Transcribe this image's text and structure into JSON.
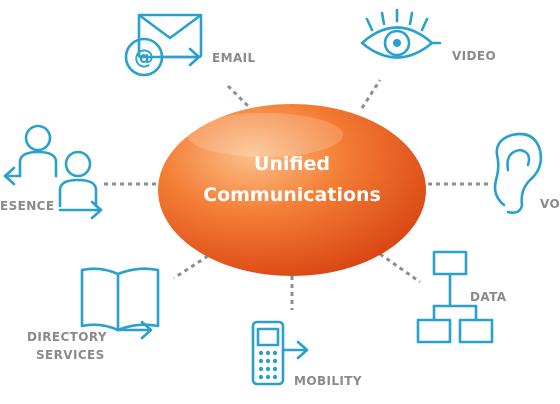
{
  "hub": {
    "line1": "Unified",
    "line2": "Communications",
    "color_light": "#f7a15e",
    "color_dark": "#e2531b"
  },
  "nodes": {
    "email": {
      "label": "EMAIL",
      "icon": "envelope-at-icon"
    },
    "video": {
      "label": "VIDEO",
      "icon": "eye-icon"
    },
    "voice": {
      "label": "VOI",
      "icon": "ear-icon"
    },
    "data": {
      "label": "DATA",
      "icon": "flowchart-icon"
    },
    "mobility": {
      "label": "MOBILITY",
      "icon": "mobile-phone-icon"
    },
    "directory": {
      "label_line1": "DIRECTORY",
      "label_line2": "SERVICES",
      "icon": "open-book-icon"
    },
    "presence": {
      "label": "ESENCE",
      "icon": "two-people-icon"
    }
  },
  "colors": {
    "icon": "#2aa0cf",
    "label": "#8a8a8a",
    "connector": "#8e8e8e"
  }
}
